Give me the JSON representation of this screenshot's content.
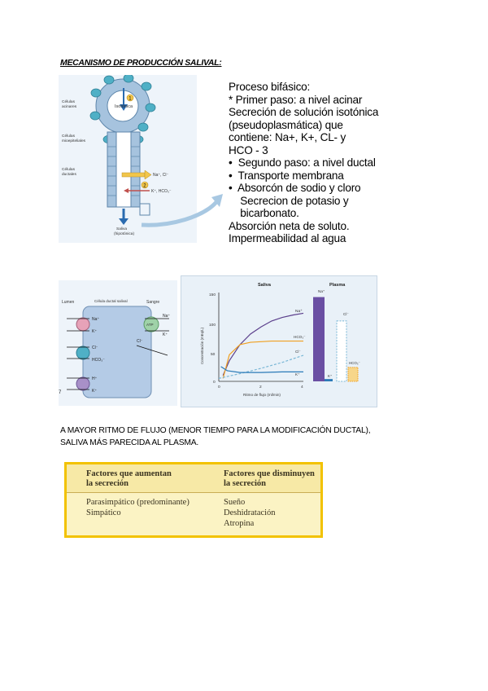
{
  "heading": "MECANISMO DE PRODUCCIÓN SALIVAL:",
  "fig1": {
    "label_acinar": [
      "Células",
      "acinares"
    ],
    "label_myoepithelial": [
      "Células",
      "mioepiteliales"
    ],
    "label_ductal": [
      "Células",
      "ductales"
    ],
    "label_lumen": "Isotónica",
    "step1": "1",
    "step2": "2",
    "absorb": "Na⁺, Cl⁻",
    "secrete": "K⁺, HCO₃⁻",
    "saliva": [
      "Saliva",
      "(hipotónica)"
    ]
  },
  "steps": [
    "Proceso bifásico:",
    "* Primer paso: a nivel acinar",
    "Secreción de solución isotónica",
    "(pseudoplasmática) que",
    "contiene: Na+, K+, CL- y",
    "HCO - 3",
    "•  Segundo paso: a nivel ductal",
    "•  Transporte membrana",
    "•  Absorcón de sodio y cloro",
    "    Secrecion de potasio y",
    "    bicarbonato.",
    "Absorción neta de soluto.",
    "Impermeabilidad al agua"
  ],
  "fig2": {
    "lumen": "Lumen",
    "cell": "Célula ductal salival",
    "blood": "Sangre",
    "na": "Na⁺",
    "k": "K⁺",
    "cl": "Cl⁻",
    "hco3": "HCO₃⁻",
    "h": "H⁺",
    "atp": "ATP",
    "seven": "7"
  },
  "fig3": {
    "left_title": "Saliva",
    "right_title": "Plasma",
    "ylabel": "Concentración (mEq/L)",
    "xlabel": "Ritmo de flujo (ml/min)",
    "yticks": [
      "150",
      "100",
      "50",
      "0"
    ],
    "xticks": [
      "0",
      "2",
      "4"
    ],
    "na": "Na⁺",
    "hco3": "HCO₃⁻",
    "cl": "Cl⁻",
    "k": "K⁺",
    "bar_na": "Na⁺",
    "bar_cl": "Cl⁻",
    "bar_hco3": "HCO₃⁻",
    "bar_k": "K⁺"
  },
  "chart_data": {
    "type": "line",
    "title": "Saliva",
    "xlabel": "Ritmo de flujo (ml/min)",
    "ylabel": "Concentración (mEq/L)",
    "xlim": [
      0,
      4
    ],
    "ylim": [
      0,
      150
    ],
    "series": [
      {
        "name": "Na⁺",
        "color": "#5b3f8c",
        "x": [
          0.2,
          0.5,
          1,
          1.5,
          2,
          2.5,
          3,
          3.5,
          4
        ],
        "y": [
          10,
          35,
          62,
          80,
          92,
          102,
          108,
          112,
          115
        ]
      },
      {
        "name": "HCO₃⁻",
        "color": "#f0a020",
        "x": [
          0.2,
          0.5,
          1,
          1.5,
          2,
          2.5,
          3,
          3.5,
          4
        ],
        "y": [
          5,
          45,
          62,
          66,
          67,
          68,
          68,
          68,
          68
        ]
      },
      {
        "name": "Cl⁻",
        "color": "#7ab7d6",
        "x": [
          0,
          1,
          2,
          3,
          4
        ],
        "y": [
          5,
          13,
          22,
          32,
          44
        ]
      },
      {
        "name": "K⁺",
        "color": "#2a7ab8",
        "x": [
          0.1,
          0.4,
          1,
          2,
          3,
          4
        ],
        "y": [
          25,
          18,
          15,
          15,
          16,
          16
        ]
      }
    ],
    "plasma_bars": [
      {
        "name": "Na⁺",
        "value": 145,
        "color": "#6a4fa3"
      },
      {
        "name": "K⁺",
        "value": 4,
        "color": "#2a7ab8"
      },
      {
        "name": "Cl⁻",
        "value": 104,
        "color": "#7ab7d6"
      },
      {
        "name": "HCO₃⁻",
        "value": 24,
        "color": "#f0a020"
      }
    ]
  },
  "note": [
    "A MAYOR RITMO DE FLUJO (MENOR TIEMPO PARA LA MODIFICACIÓN DUCTAL),",
    "SALIVA MÁS PARECIDA AL PLASMA."
  ],
  "table": {
    "col1_header": [
      "Factores que aumentan",
      "la secreción"
    ],
    "col2_header": [
      "Factores que disminuyen",
      "la secreción"
    ],
    "col1_items": [
      "Parasimpático (predominante)",
      "Simpático"
    ],
    "col2_items": [
      "Sueño",
      "Deshidratación",
      "Atropina"
    ]
  }
}
